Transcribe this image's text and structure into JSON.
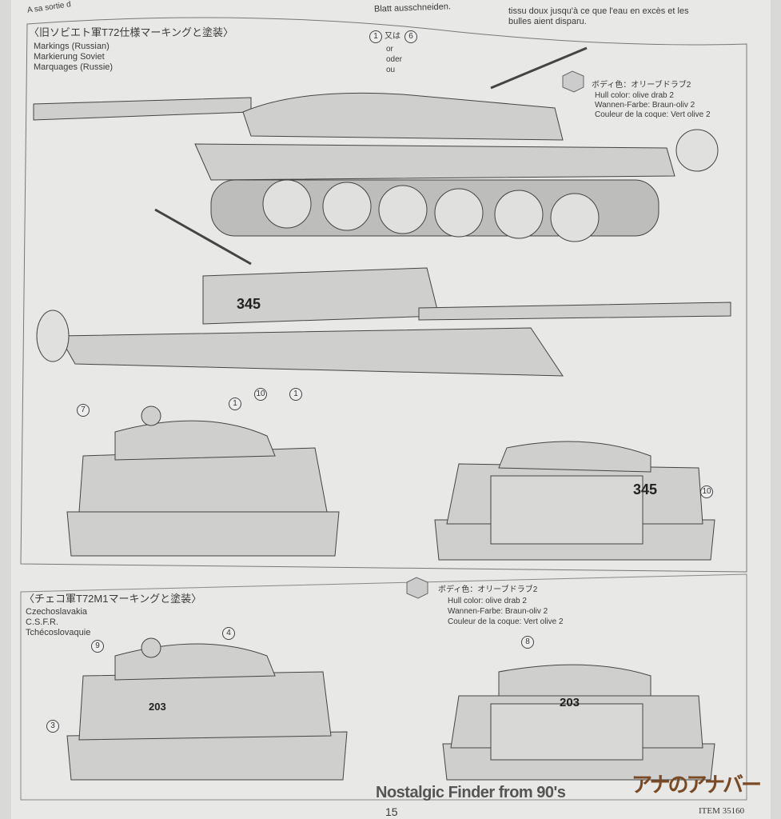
{
  "header": {
    "left_fragment": "A sa sortie d",
    "middle_fragment": "Blatt ausschneiden.",
    "right_lines": [
      "tissu doux jusqu'à ce que l'eau en excès et les",
      "bulles aient disparu."
    ]
  },
  "section_russian": {
    "title_jp": "〈旧ソビエト軍T72仕様マーキングと塗装〉",
    "lines": [
      "Markings (Russian)",
      "Markierung Soviet",
      "Marquages (Russie)"
    ],
    "decal_option": {
      "a": "1",
      "jp_or": "又は",
      "b": "6",
      "or_lines": [
        "or",
        "oder",
        "ou"
      ]
    },
    "color": {
      "jp": "ボディ色：オリーブドラブ2",
      "en": "Hull color: olive drab 2",
      "de": "Wannen-Farbe: Braun-oliv 2",
      "fr": "Couleur de la coque: Vert olive 2"
    },
    "turret_number": "345",
    "callouts": [
      "10",
      "1",
      "7",
      "1",
      "10"
    ]
  },
  "section_czech": {
    "title_jp": "〈チェコ軍T72M1マーキングと塗装〉",
    "lines": [
      "Czechoslavakia",
      "C.S.F.R.",
      "Tchécoslovaquie"
    ],
    "color": {
      "jp": "ボディ色：オリーブドラブ2",
      "en": "Hull color: olive drab 2",
      "de": "Wannen-Farbe: Braun-oliv 2",
      "fr": "Couleur de la coque: Vert olive 2"
    },
    "turret_number": "203",
    "callouts": [
      "9",
      "4",
      "3",
      "8"
    ]
  },
  "footer": {
    "page_number": "15",
    "item": "ITEM 35160"
  },
  "watermark": {
    "text": "Nostalgic Finder from 90's",
    "logo": "アナのアナバー"
  }
}
